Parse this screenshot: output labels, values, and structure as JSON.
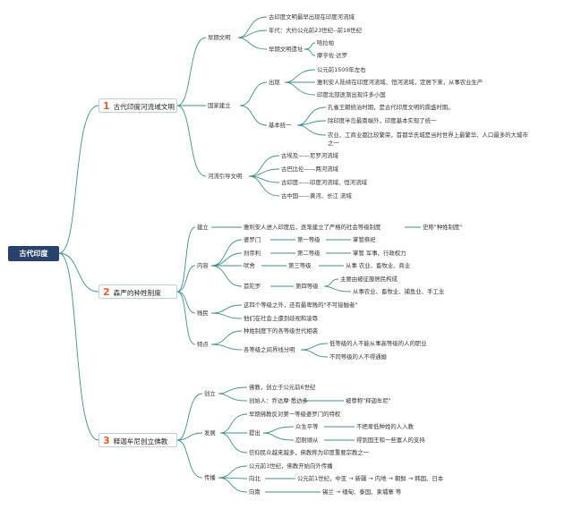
{
  "root": "古代印度",
  "s1": {
    "num": "1",
    "title": "古代印度河流域文明",
    "early": {
      "label": "早期文明",
      "i1": "古印度文明最早出现在印度河流域",
      "i2": "年代：大约公元前23世纪--前18世纪",
      "sites": {
        "label": "早期文明遗址",
        "a": "哈拉帕",
        "b": "摩亨佐·达罗"
      }
    },
    "state": {
      "label": "国家建立",
      "emergence": {
        "label": "出现",
        "a": "公元前1500年左右",
        "b": "雅利安人陆续在印度河流域、恒河流域，定居下来，从事农业生产",
        "c": "印度北部逐渐出现许多小国"
      },
      "unify": {
        "label": "基本统一",
        "a": "孔雀王朝统治时期，是古代印度文明的鼎盛时期。",
        "b": "除印度半岛最南端外，印度基本实现了统一",
        "c1": "农业、工商业都比较繁荣，首都华氏城是当时世界上最繁华、人口最多的大城市",
        "c2": "之一"
      }
    },
    "rivers": {
      "label": "河流引导文明",
      "a": "古埃及——尼罗河流域",
      "b": "古巴比伦——两河流域",
      "c": "古印度——印度河流域、恒河流域",
      "d": "古中国——黄河、长江 流域"
    }
  },
  "s2": {
    "num": "2",
    "title": "森严的种姓制度",
    "build": {
      "label": "建立",
      "text": "雅利安人进入印度后，逐渐建立了严格的社会等级制度",
      "result": "史称\"种姓制度\""
    },
    "content": {
      "label": "内容",
      "rows": [
        {
          "name": "婆罗门",
          "rank": "第一等级",
          "duty": "掌管祭祀"
        },
        {
          "name": "刹帝利",
          "rank": "第二等级",
          "duty": "掌管 军事、行政权力"
        },
        {
          "name": "吠舍",
          "rank": "第三等级",
          "duty": "从事 农业、畜牧业、商业"
        },
        {
          "name": "首陀罗",
          "rank": "第四等级",
          "duty": "主要由被征服居民构成",
          "duty2": "从事农业、畜牧业、捕鱼业、手工业"
        }
      ]
    },
    "dalit": {
      "label": "贱民",
      "a": "这四个等级之外，还有最卑贱的\"不可接触者\"",
      "b": "他们在社会上遭到歧视和凌辱"
    },
    "traits": {
      "label": "特点",
      "a": "种姓制度下的各等级世代相袭",
      "b": "各等级之间界线分明",
      "b1": "低等级的人不能从事高等级的人的职业",
      "b2": "不同等级的人不得通婚"
    }
  },
  "s3": {
    "num": "3",
    "title": "释迦牟尼创立佛教",
    "found": {
      "label": "创立",
      "a": "佛教，创立于公元前6世纪",
      "b": "创始人：乔达摩·悉达多",
      "b1": "被尊称\"释迦牟尼\""
    },
    "dev": {
      "label": "发展",
      "a": "早期佛教反对第一等级婆罗门的特权",
      "prop": {
        "label": "提出",
        "a": "众生平等",
        "a1": "不把卑低种姓的人入教",
        "b": "忍耐顺从",
        "b1": "得到国王和一些富人的支持"
      },
      "b": "信仰民众越来越多，佛教称为印度重要宗教之一"
    },
    "spread": {
      "label": "传播",
      "a": "公元前3世纪，佛教开始向外传播",
      "north": {
        "label": "向北",
        "text": "公元前1世纪，中亚 → 新疆 → 内地 → 朝鲜 → 韩国、日本"
      },
      "south": {
        "label": "向南",
        "text": "锡兰 → 缅甸、泰国、柬埔寨 等"
      }
    }
  },
  "colors": {
    "line": "#3f8f8f",
    "root_bg": "#27426e",
    "accent": "#e45d32",
    "border": "#b9cfe3"
  }
}
